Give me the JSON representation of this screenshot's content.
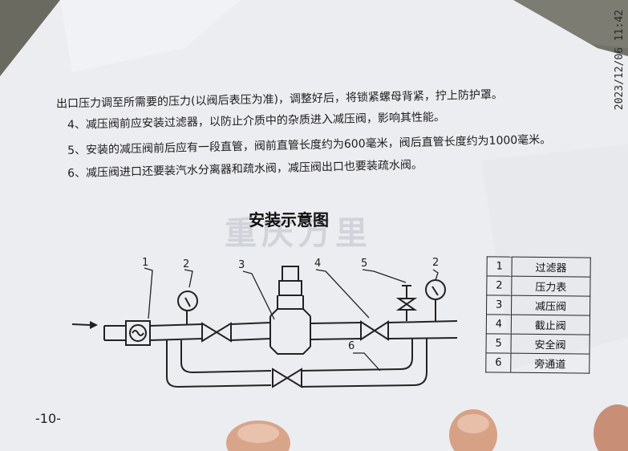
{
  "timestamp": "2023/12/06 11:42",
  "lines": [
    "出口压力调至所需要的压力(以阀后表压为准)，调整好后，将锁紧螺母背紧，拧上防护罩。",
    "4、减压阀前应安装过滤器，以防止介质中的杂质进入减压阀，影响其性能。",
    "5、安装的减压阀前后应有一段直管，阀前直管长度约为600毫米，阀后直管长度约为1000毫米。",
    "6、减压阀进口还要装汽水分离器和疏水阀，减压阀出口也要装疏水阀。"
  ],
  "diagram_title": "安装示意图",
  "watermark": "重庆万里",
  "callouts": [
    "1",
    "2",
    "3",
    "4",
    "5",
    "2",
    "6"
  ],
  "legend": [
    {
      "num": "1",
      "label": "过滤器"
    },
    {
      "num": "2",
      "label": "压力表"
    },
    {
      "num": "3",
      "label": "减压阀"
    },
    {
      "num": "4",
      "label": "截止阀"
    },
    {
      "num": "5",
      "label": "安全阀"
    },
    {
      "num": "6",
      "label": "旁通道"
    }
  ],
  "page_number": "-10-"
}
